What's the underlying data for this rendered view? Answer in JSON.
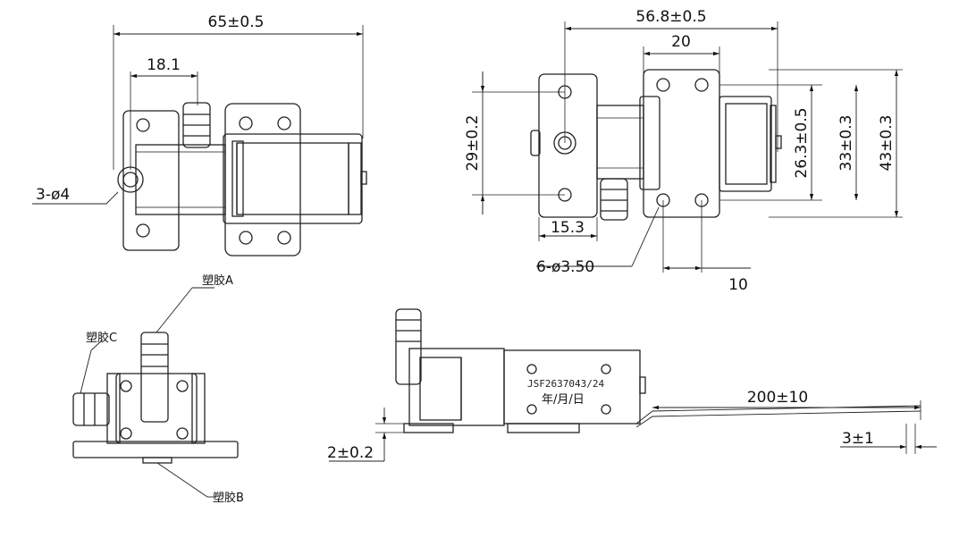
{
  "top_left_view": {
    "overall_width": "65±0.5",
    "offset": "18.1",
    "holes": "3-ø4"
  },
  "top_right_view": {
    "overall_width": "56.8±0.5",
    "body_width": "20",
    "height_a": "29±0.2",
    "height_b": "26.3±0.5",
    "height_c": "33±0.3",
    "height_d": "43±0.3",
    "flange_width": "15.3",
    "holes": "6-ø3.50",
    "hole_pitch": "10"
  },
  "bottom_left_view": {
    "label_a": "塑胶A",
    "label_b": "塑胶B",
    "label_c": "塑胶C"
  },
  "bottom_right_view": {
    "model": "JSF2637043/24",
    "date": "年/月/日",
    "lead_length": "200±10",
    "lead_strip": "3±1",
    "base_thickness": "2±0.2"
  }
}
